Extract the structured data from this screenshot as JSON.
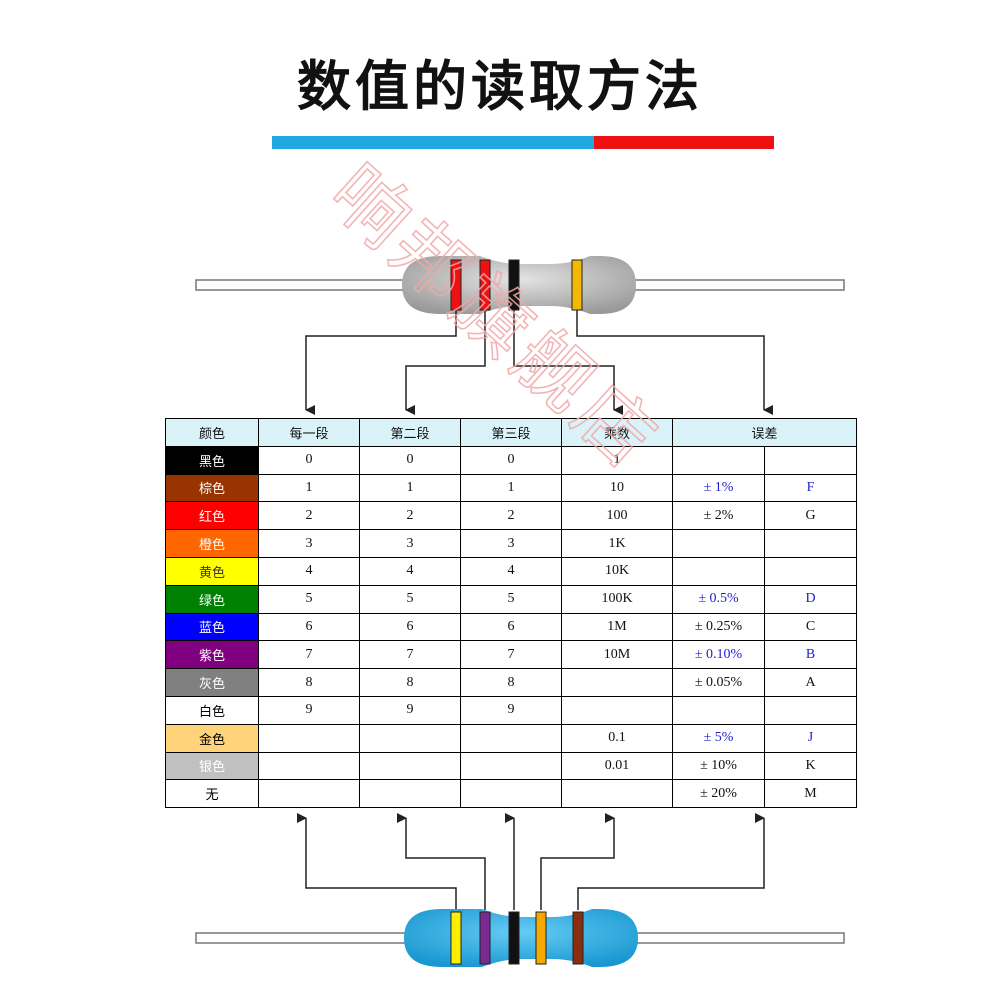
{
  "title": "数值的读取方法",
  "title_underline_colors": [
    "#22a8e0",
    "#ee1111"
  ],
  "watermark": "响邦旗舰店",
  "top_resistor": {
    "body_color": "#b8b8b8",
    "bands": [
      "#ee1111",
      "#ee1111",
      "#111111",
      "#f5b800"
    ]
  },
  "bottom_resistor": {
    "body_color": "#27b0e8",
    "bands": [
      "#ffee00",
      "#7a2a90",
      "#111111",
      "#f5a800",
      "#8a2e0e"
    ]
  },
  "table": {
    "headers": [
      "颜色",
      "每一段",
      "第二段",
      "第三段",
      "乘数",
      "误差"
    ],
    "rows": [
      {
        "name": "黑色",
        "bg": "#000000",
        "fg": "#ffffff",
        "d1": "0",
        "d2": "0",
        "d3": "0",
        "mult": "1",
        "tol": "",
        "code": "",
        "blue": false
      },
      {
        "name": "棕色",
        "bg": "#993300",
        "fg": "#ffffff",
        "d1": "1",
        "d2": "1",
        "d3": "1",
        "mult": "10",
        "tol": "± 1%",
        "code": "F",
        "blue": true
      },
      {
        "name": "红色",
        "bg": "#ff0000",
        "fg": "#ffffff",
        "d1": "2",
        "d2": "2",
        "d3": "2",
        "mult": "100",
        "tol": "± 2%",
        "code": "G",
        "blue": false
      },
      {
        "name": "橙色",
        "bg": "#ff6600",
        "fg": "#ffffff",
        "d1": "3",
        "d2": "3",
        "d3": "3",
        "mult": "1K",
        "tol": "",
        "code": "",
        "blue": false
      },
      {
        "name": "黄色",
        "bg": "#ffff00",
        "fg": "#333333",
        "d1": "4",
        "d2": "4",
        "d3": "4",
        "mult": "10K",
        "tol": "",
        "code": "",
        "blue": false
      },
      {
        "name": "绿色",
        "bg": "#008000",
        "fg": "#ffffff",
        "d1": "5",
        "d2": "5",
        "d3": "5",
        "mult": "100K",
        "tol": "± 0.5%",
        "code": "D",
        "blue": true
      },
      {
        "name": "蓝色",
        "bg": "#0000ff",
        "fg": "#ffffff",
        "d1": "6",
        "d2": "6",
        "d3": "6",
        "mult": "1M",
        "tol": "± 0.25%",
        "code": "C",
        "blue": false
      },
      {
        "name": "紫色",
        "bg": "#800080",
        "fg": "#ffffff",
        "d1": "7",
        "d2": "7",
        "d3": "7",
        "mult": "10M",
        "tol": "± 0.10%",
        "code": "B",
        "blue": true
      },
      {
        "name": "灰色",
        "bg": "#808080",
        "fg": "#ffffff",
        "d1": "8",
        "d2": "8",
        "d3": "8",
        "mult": "",
        "tol": "± 0.05%",
        "code": "A",
        "blue": false
      },
      {
        "name": "白色",
        "bg": "#ffffff",
        "fg": "#000000",
        "d1": "9",
        "d2": "9",
        "d3": "9",
        "mult": "",
        "tol": "",
        "code": "",
        "blue": false
      },
      {
        "name": "金色",
        "bg": "#ffd37a",
        "fg": "#000000",
        "d1": "",
        "d2": "",
        "d3": "",
        "mult": "0.1",
        "tol": "± 5%",
        "code": "J",
        "blue": true
      },
      {
        "name": "银色",
        "bg": "#c0c0c0",
        "fg": "#ffffff",
        "d1": "",
        "d2": "",
        "d3": "",
        "mult": "0.01",
        "tol": "± 10%",
        "code": "K",
        "blue": false
      },
      {
        "name": "无",
        "bg": "#ffffff",
        "fg": "#000000",
        "d1": "",
        "d2": "",
        "d3": "",
        "mult": "",
        "tol": "± 20%",
        "code": "M",
        "blue": false
      }
    ]
  }
}
